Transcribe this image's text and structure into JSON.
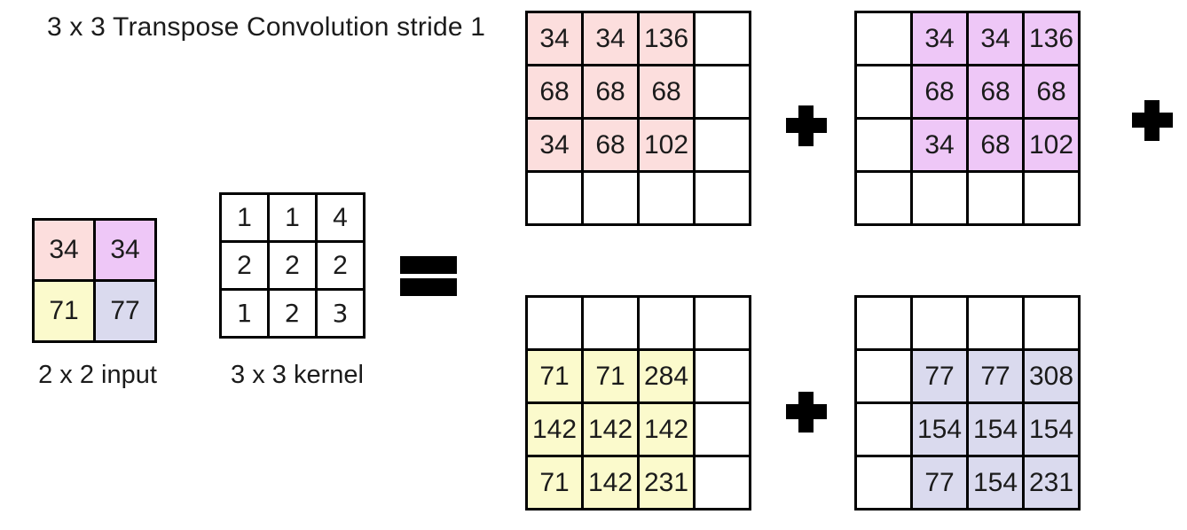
{
  "title": "3 x 3 Transpose Convolution stride 1",
  "colors": {
    "pink": "#fcdedd",
    "purple": "#eec7f7",
    "yellow": "#fbfacc",
    "lavender": "#dadaee",
    "grid_line": "#000000",
    "text": "#1b1b1b"
  },
  "input": {
    "label": "2 x 2 input",
    "rows": [
      [
        "34",
        "34"
      ],
      [
        "71",
        "77"
      ]
    ],
    "cell_colors": [
      [
        "pink",
        "purple"
      ],
      [
        "yellow",
        "lavender"
      ]
    ]
  },
  "kernel": {
    "label": "3 x 3 kernel",
    "rows": [
      [
        "1",
        "1",
        "4"
      ],
      [
        "2",
        "2",
        "2"
      ],
      [
        "1",
        "2",
        "3"
      ]
    ],
    "emphasis_row": 2
  },
  "operators": {
    "equals": "=",
    "plus": "+"
  },
  "outputs": {
    "top_left": {
      "color": "pink",
      "rows": [
        [
          "34",
          "34",
          "136",
          ""
        ],
        [
          "68",
          "68",
          "68",
          ""
        ],
        [
          "34",
          "68",
          "102",
          ""
        ],
        [
          "",
          "",
          "",
          ""
        ]
      ]
    },
    "top_right": {
      "color": "purple",
      "rows": [
        [
          "",
          "34",
          "34",
          "136"
        ],
        [
          "",
          "68",
          "68",
          "68"
        ],
        [
          "",
          "34",
          "68",
          "102"
        ],
        [
          "",
          "",
          "",
          ""
        ]
      ]
    },
    "bottom_left": {
      "color": "yellow",
      "rows": [
        [
          "",
          "",
          "",
          ""
        ],
        [
          "71",
          "71",
          "284",
          ""
        ],
        [
          "142",
          "142",
          "142",
          ""
        ],
        [
          "71",
          "142",
          "231",
          ""
        ]
      ]
    },
    "bottom_right": {
      "color": "lavender",
      "rows": [
        [
          "",
          "",
          "",
          ""
        ],
        [
          "",
          "77",
          "77",
          "308"
        ],
        [
          "",
          "154",
          "154",
          "154"
        ],
        [
          "",
          "77",
          "154",
          "231"
        ]
      ]
    }
  }
}
